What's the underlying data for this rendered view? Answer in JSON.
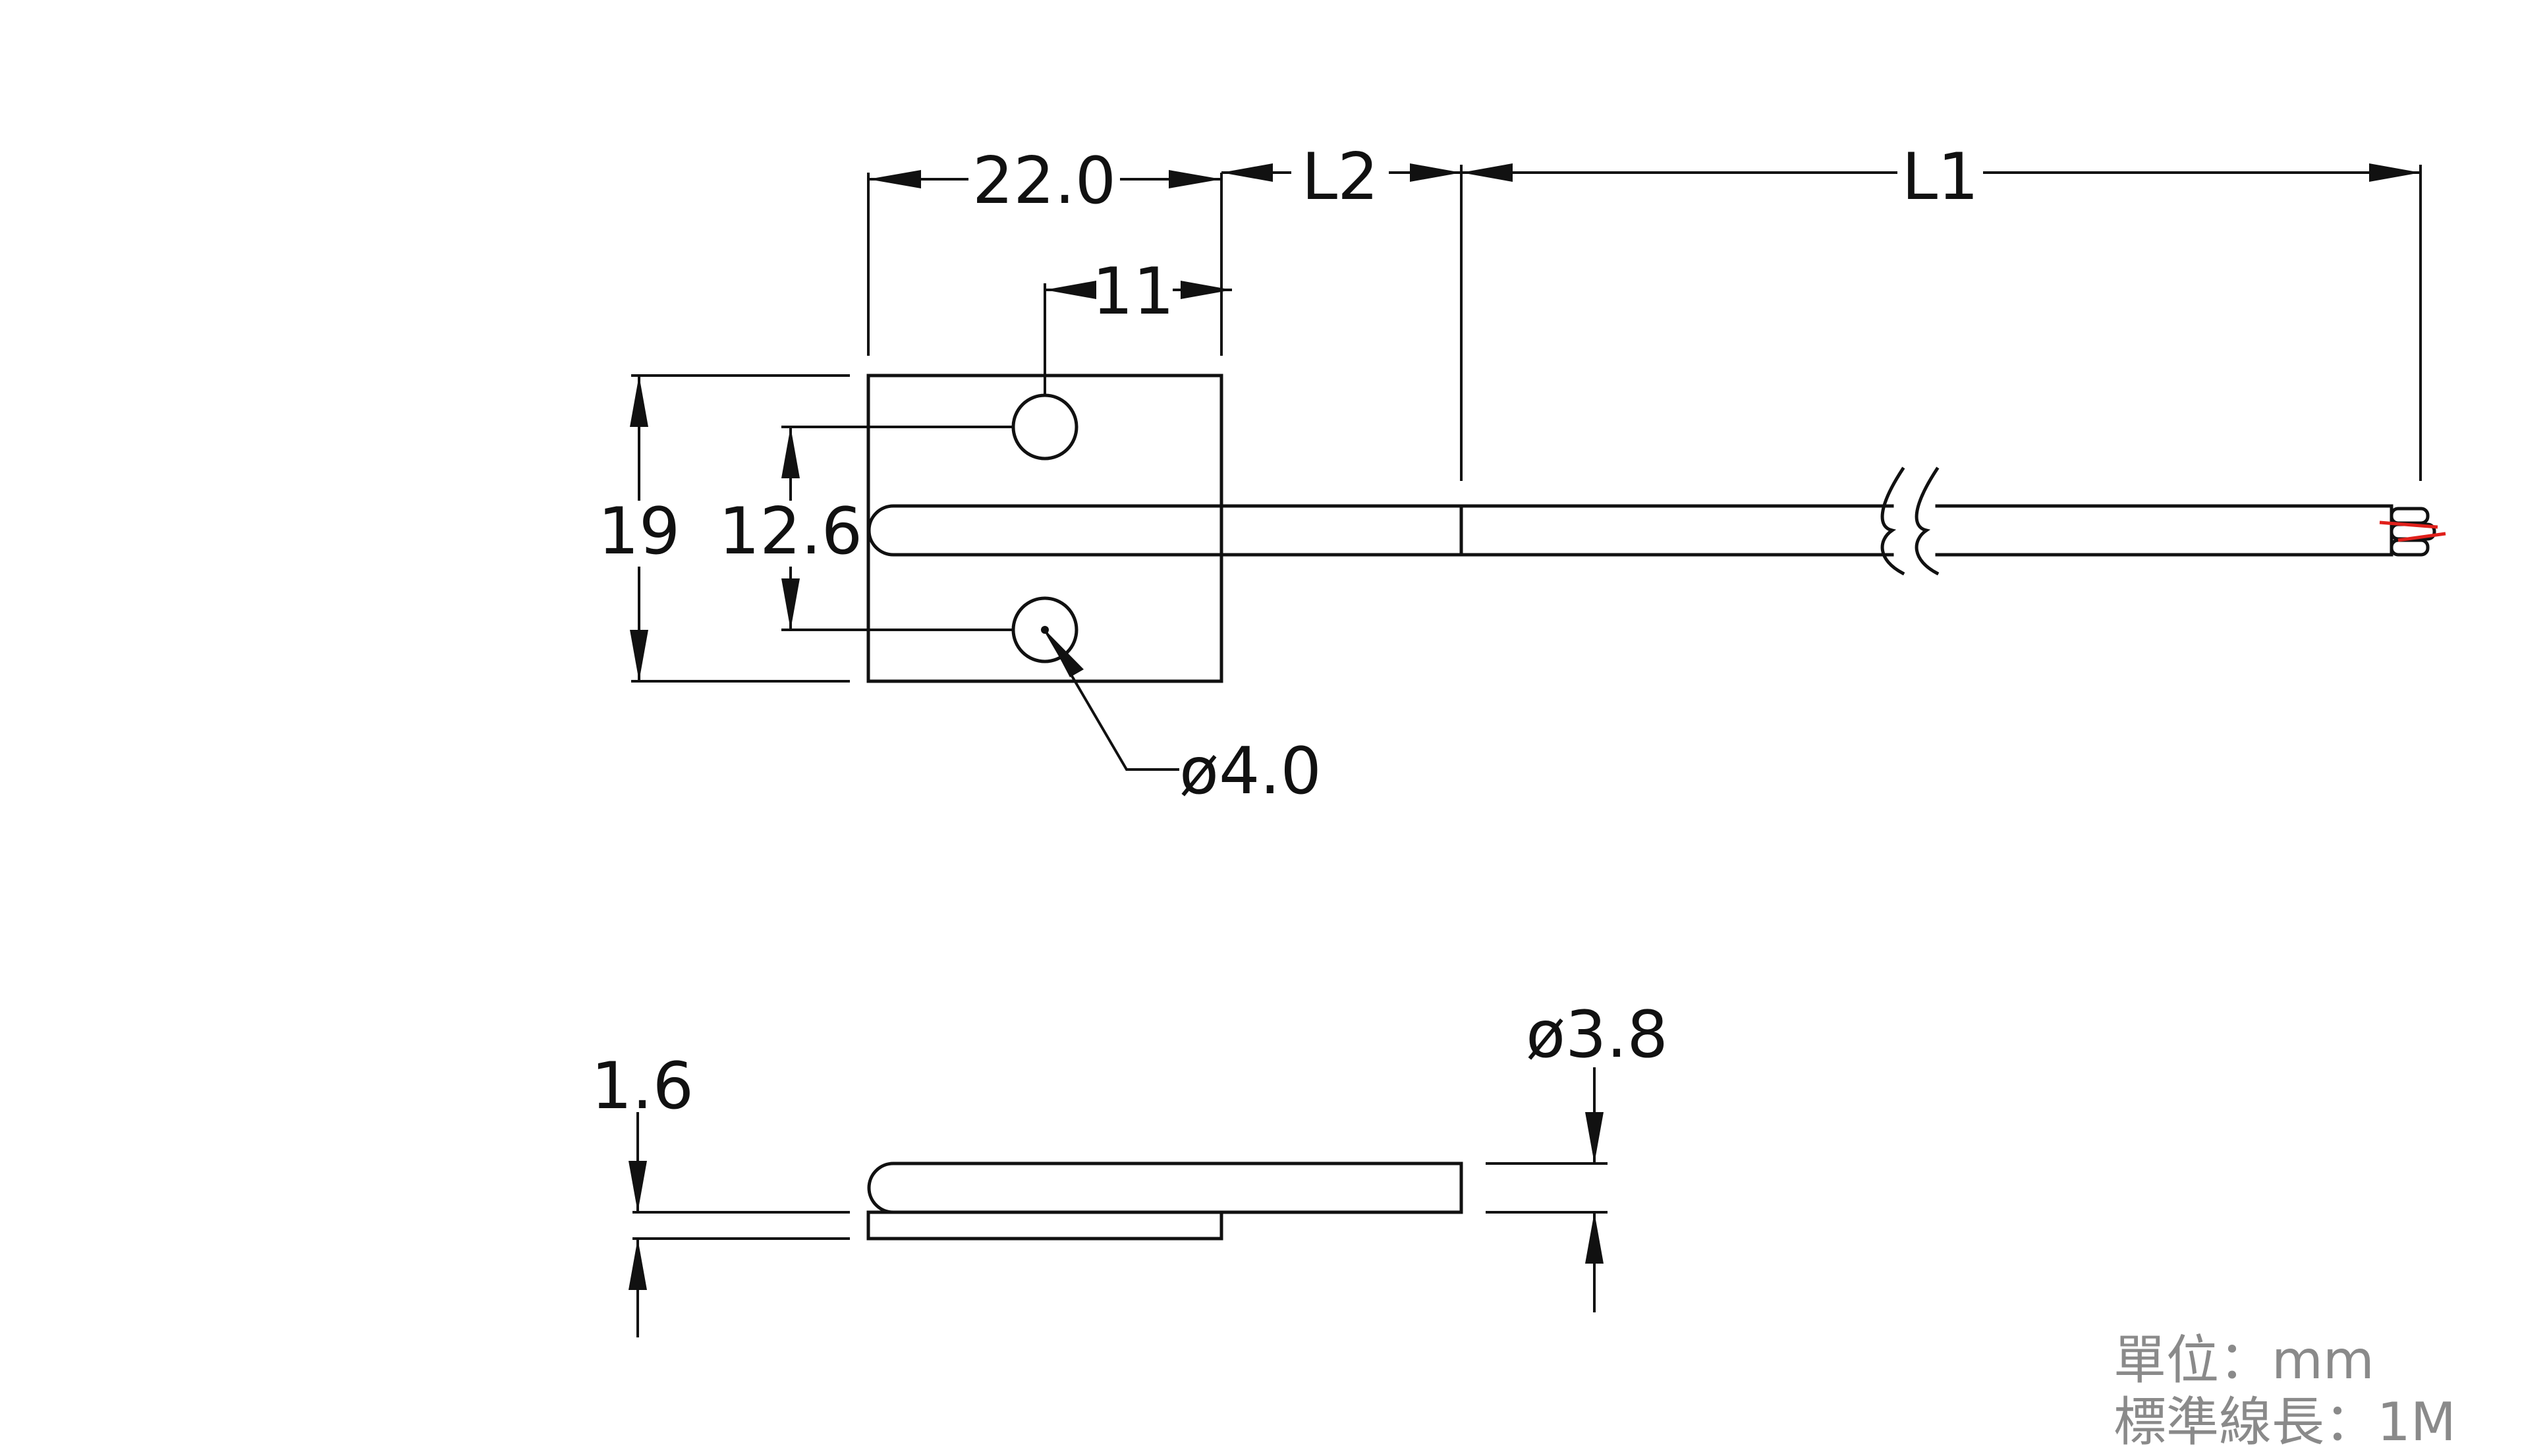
{
  "top_view": {
    "dim_width": "22.0",
    "dim_l2": "L2",
    "dim_l1": "L1",
    "dim_hole_offset": "11",
    "dim_height": "19",
    "dim_hole_spacing": "12.6",
    "dim_hole_diameter": "ø4.0"
  },
  "side_view": {
    "dim_plate_thickness": "1.6",
    "dim_tube_diameter": "ø3.8"
  },
  "notes": {
    "unit": "單位：mm",
    "standard_length": "標準線長：1M"
  },
  "colors": {
    "line": "#111111",
    "note": "#8a8a8a",
    "wire_red": "#e0201b"
  }
}
